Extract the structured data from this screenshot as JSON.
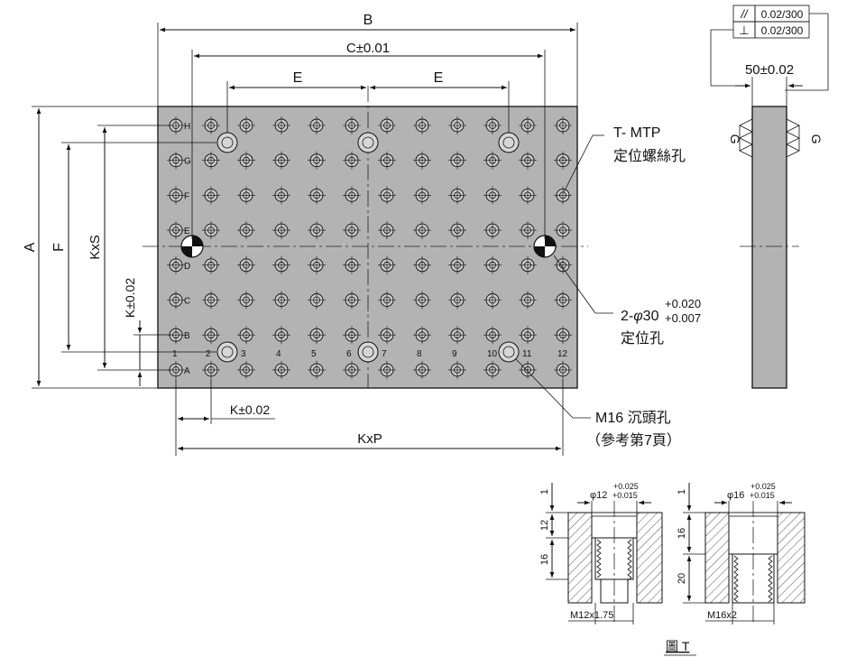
{
  "plate": {
    "dims": {
      "B": "B",
      "C": "C±0.01",
      "E_left": "E",
      "E_right": "E",
      "A": "A",
      "F": "F",
      "KxS": "KxS",
      "K_vertical": "K±0.02",
      "K_horizontal": "K±0.02",
      "KxP": "KxP"
    },
    "row_labels": [
      "H",
      "G",
      "F",
      "E",
      "D",
      "C",
      "B",
      "A"
    ],
    "column_labels": [
      "1",
      "2",
      "3",
      "4",
      "5",
      "6",
      "7",
      "8",
      "9",
      "10",
      "11",
      "12"
    ]
  },
  "callouts": {
    "tmtp_title": "T- MTP",
    "tmtp_subtitle": "定位螺絲孔",
    "pin_prefix": "2-",
    "pin_symbol": "φ",
    "pin_diameter": "30",
    "pin_tol_upper": "+0.020",
    "pin_tol_lower": "+0.007",
    "pin_subtitle": "定位孔",
    "m16_title": "M16 沉頭孔",
    "m16_subtitle": "（參考第7頁）"
  },
  "side_view": {
    "parallel_symbol": "//",
    "parallel_value": "0.02/300",
    "perpendicular_symbol": "⊥",
    "perpendicular_value": "0.02/300",
    "thickness": "50±0.02",
    "grind_left": "G",
    "grind_right": "G"
  },
  "details": {
    "m12": {
      "bore_prefix": "φ12",
      "tol_upper": "+0.025",
      "tol_lower": "+0.015",
      "dim_top": "1",
      "dim_bore": "12",
      "dim_thread": "16",
      "thread_label": "M12x1.75"
    },
    "m16": {
      "bore_prefix": "φ16",
      "tol_upper": "+0.025",
      "tol_lower": "+0.015",
      "dim_top": "1",
      "dim_bore": "16",
      "dim_thread": "20",
      "thread_label": "M16x2"
    },
    "figure_caption": "圖 T"
  }
}
